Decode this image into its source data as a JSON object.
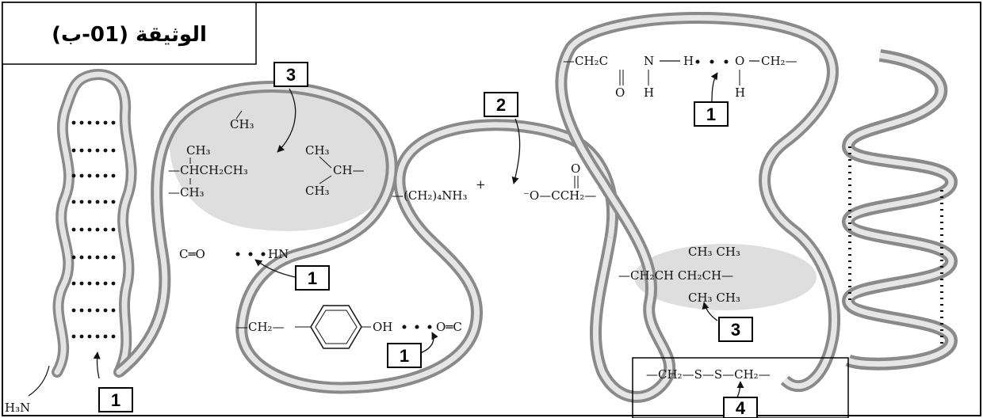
{
  "title": "الوثيقة (01-ب)",
  "labels": {
    "h_bond": "1",
    "ionic": "2",
    "hydrophobic": "3",
    "disulfide": "4"
  },
  "chemistry": {
    "hbond_top": [
      "—CH₂C",
      "N",
      "H",
      "O",
      "CH₂—"
    ],
    "hbond_top_sub": [
      "O",
      "H",
      "H"
    ],
    "ionic_left": "—(CH₂)₄NH₃",
    "ionic_right": "⁻O—CCH₂—",
    "ionic_o": "O",
    "hydro_top_ch3": "CH₃",
    "hydro_left": [
      "CH₃",
      "—CHCH₂CH₃",
      "—CH₃"
    ],
    "hydro_right": [
      "CH₃",
      "CH—",
      "CH₃"
    ],
    "hbond_mid": "C═O",
    "hbond_mid_hn": "HN",
    "tyr_left": "—CH₂—",
    "tyr_right": "OH",
    "tyr_co": "O═C",
    "hydro_bot_top": "CH₃ CH₃",
    "hydro_bot_mid": "—CH₂CH      CH₂CH—",
    "hydro_bot_low": "CH₃ CH₃",
    "disulfide": "—CH₂—S—S—CH₂—",
    "n_terminus": "H₃N"
  },
  "colors": {
    "ribbon_fill": "#d6d6d6",
    "ribbon_edge": "#7a7a7a",
    "hydrophobic_region": "#dcdcdc",
    "text": "#111111"
  }
}
